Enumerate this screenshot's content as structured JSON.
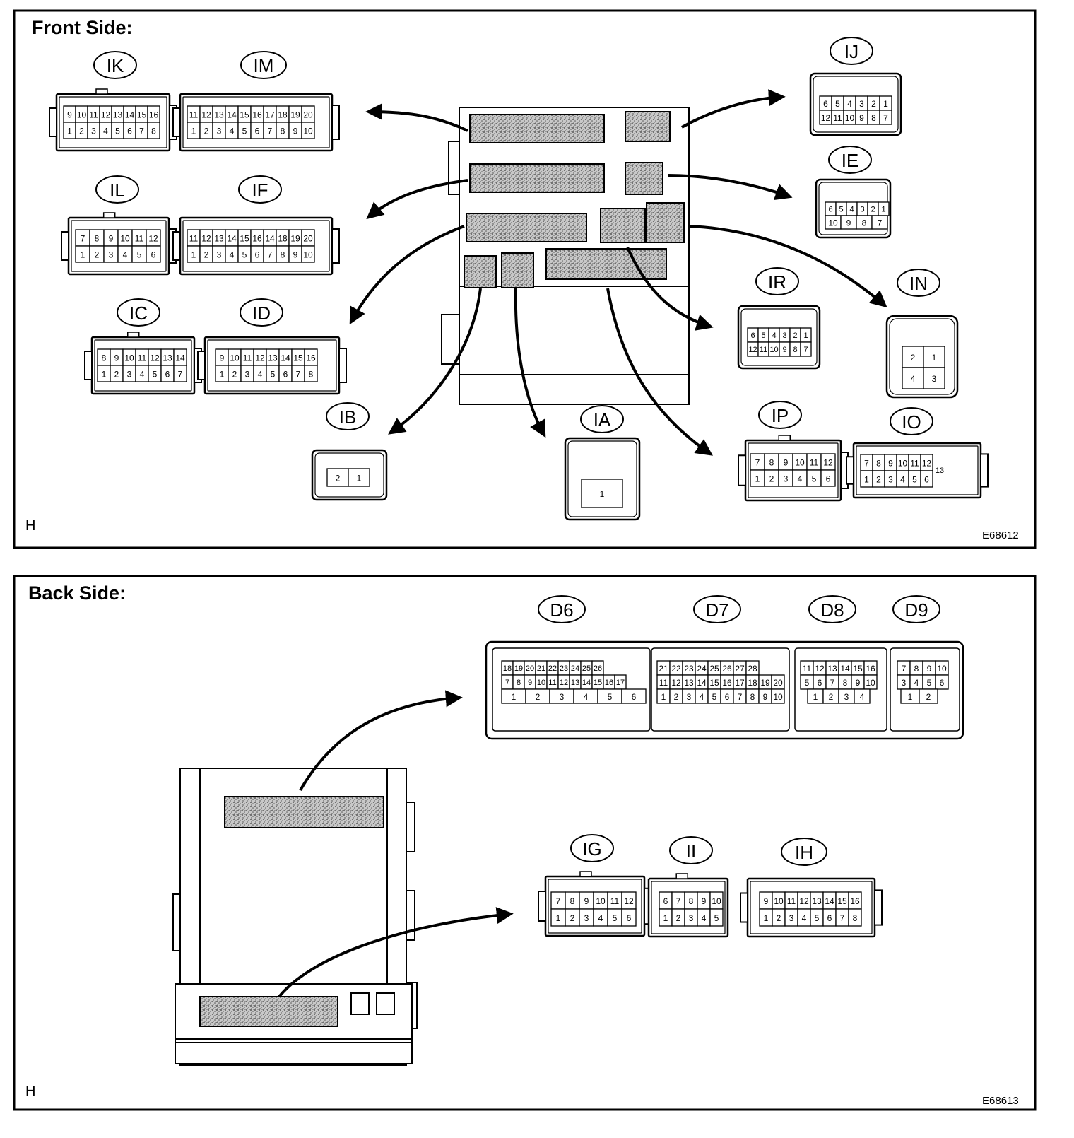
{
  "front": {
    "title": "Front Side:",
    "corner": "H",
    "code": "E68612",
    "connectors": {
      "IK": {
        "label": "IK",
        "top": [
          "9",
          "10",
          "11",
          "12",
          "13",
          "14",
          "15",
          "16"
        ],
        "bottom": [
          "1",
          "2",
          "3",
          "4",
          "5",
          "6",
          "7",
          "8"
        ]
      },
      "IM": {
        "label": "IM",
        "top": [
          "11",
          "12",
          "13",
          "14",
          "15",
          "16",
          "17",
          "18",
          "19",
          "20"
        ],
        "bottom": [
          "1",
          "2",
          "3",
          "4",
          "5",
          "6",
          "7",
          "8",
          "9",
          "10"
        ]
      },
      "IL": {
        "label": "IL",
        "top": [
          "7",
          "8",
          "9",
          "10",
          "11",
          "12"
        ],
        "bottom": [
          "1",
          "2",
          "3",
          "4",
          "5",
          "6"
        ]
      },
      "IF": {
        "label": "IF",
        "top": [
          "11",
          "12",
          "13",
          "14",
          "15",
          "16",
          "14",
          "18",
          "19",
          "20"
        ],
        "bottom": [
          "1",
          "2",
          "3",
          "4",
          "5",
          "6",
          "7",
          "8",
          "9",
          "10"
        ]
      },
      "IC": {
        "label": "IC",
        "top": [
          "8",
          "9",
          "10",
          "11",
          "12",
          "13",
          "14"
        ],
        "bottom": [
          "1",
          "2",
          "3",
          "4",
          "5",
          "6",
          "7"
        ]
      },
      "ID": {
        "label": "ID",
        "top": [
          "9",
          "10",
          "11",
          "12",
          "13",
          "14",
          "15",
          "16"
        ],
        "bottom": [
          "1",
          "2",
          "3",
          "4",
          "5",
          "6",
          "7",
          "8"
        ]
      },
      "IB": {
        "label": "IB",
        "pins": [
          "2",
          "1"
        ]
      },
      "IA": {
        "label": "IA",
        "pins": [
          "1"
        ]
      },
      "IJ": {
        "label": "IJ",
        "top": [
          "6",
          "5",
          "4",
          "3",
          "2",
          "1"
        ],
        "bottom": [
          "12",
          "11",
          "10",
          "9",
          "8",
          "7"
        ]
      },
      "IE": {
        "label": "IE",
        "top": [
          "6",
          "5",
          "4",
          "3",
          "2",
          "1"
        ],
        "bottom": [
          "10",
          "9",
          "8",
          "7"
        ]
      },
      "IR": {
        "label": "IR",
        "top": [
          "6",
          "5",
          "4",
          "3",
          "2",
          "1"
        ],
        "bottom": [
          "12",
          "11",
          "10",
          "9",
          "8",
          "7"
        ]
      },
      "IN": {
        "label": "IN",
        "top": [
          "2",
          "1"
        ],
        "bottom": [
          "4",
          "3"
        ]
      },
      "IP": {
        "label": "IP",
        "top": [
          "7",
          "8",
          "9",
          "10",
          "11",
          "12"
        ],
        "bottom": [
          "1",
          "2",
          "3",
          "4",
          "5",
          "6"
        ]
      },
      "IO": {
        "label": "IO",
        "top": [
          "7",
          "8",
          "9",
          "10",
          "11",
          "12"
        ],
        "bottom": [
          "1",
          "2",
          "3",
          "4",
          "5",
          "6"
        ],
        "extra": "13"
      }
    }
  },
  "back": {
    "title": "Back Side:",
    "corner": "H",
    "code": "E68613",
    "connectors": {
      "D6": {
        "label": "D6",
        "row1": [
          "18",
          "19",
          "20",
          "21",
          "22",
          "23",
          "24",
          "25",
          "26"
        ],
        "row2": [
          "7",
          "8",
          "9",
          "10",
          "11",
          "12",
          "13",
          "14",
          "15",
          "16",
          "17"
        ],
        "row3": [
          "1",
          "2",
          "3",
          "4",
          "5",
          "6"
        ]
      },
      "D7": {
        "label": "D7",
        "row1": [
          "21",
          "22",
          "23",
          "24",
          "25",
          "26",
          "27",
          "28"
        ],
        "row2": [
          "11",
          "12",
          "13",
          "14",
          "15",
          "16",
          "17",
          "18",
          "19",
          "20"
        ],
        "row3": [
          "1",
          "2",
          "3",
          "4",
          "5",
          "6",
          "7",
          "8",
          "9",
          "10"
        ]
      },
      "D8": {
        "label": "D8",
        "row1": [
          "11",
          "12",
          "13",
          "14",
          "15",
          "16"
        ],
        "row2": [
          "5",
          "6",
          "7",
          "8",
          "9",
          "10"
        ],
        "row3": [
          "1",
          "2",
          "3",
          "4"
        ]
      },
      "D9": {
        "label": "D9",
        "row1": [
          "7",
          "8",
          "9",
          "10"
        ],
        "row2": [
          "3",
          "4",
          "5",
          "6"
        ],
        "row3": [
          "1",
          "2"
        ]
      },
      "IG": {
        "label": "IG",
        "top": [
          "7",
          "8",
          "9",
          "10",
          "11",
          "12"
        ],
        "bottom": [
          "1",
          "2",
          "3",
          "4",
          "5",
          "6"
        ]
      },
      "II": {
        "label": "II",
        "top": [
          "6",
          "7",
          "8",
          "9",
          "10"
        ],
        "bottom": [
          "1",
          "2",
          "3",
          "4",
          "5"
        ]
      },
      "IH": {
        "label": "IH",
        "top": [
          "9",
          "10",
          "11",
          "12",
          "13",
          "14",
          "15",
          "16"
        ],
        "bottom": [
          "1",
          "2",
          "3",
          "4",
          "5",
          "6",
          "7",
          "8"
        ]
      }
    }
  }
}
